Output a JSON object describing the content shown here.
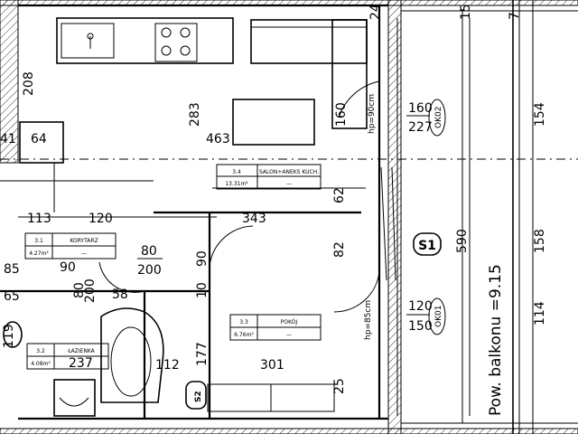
{
  "rooms": [
    {
      "number": "3.4",
      "name": "SALON+ANEKS KUCH.",
      "area": "13.31m²",
      "flooring": "—"
    },
    {
      "number": "3.1",
      "name": "KORYTARZ",
      "area": "4.27m²",
      "flooring": "—"
    },
    {
      "number": "3.3",
      "name": "POKÓJ",
      "area": "6.76m²",
      "flooring": "—"
    },
    {
      "number": "3.2",
      "name": "ŁAZIENKA",
      "area": "4.08m²",
      "flooring": ""
    }
  ],
  "dimensions": {
    "d283": "283",
    "d463": "463",
    "d208": "208",
    "d113": "113",
    "d120": "120",
    "d343": "343",
    "d160": "160",
    "d62": "62",
    "d82": "82",
    "d90": "90",
    "d10": "10",
    "d177": "177",
    "d301": "301",
    "d85": "85",
    "d58": "58",
    "d237": "237",
    "d112": "112",
    "d154": "154",
    "d158": "158",
    "d114": "114",
    "d590": "590",
    "d15": "15",
    "d7": "7",
    "d24": "24",
    "d25": "25",
    "d64": "64",
    "d41": "41",
    "d65": "65",
    "d119": "119"
  },
  "doors": {
    "d1_top": "80",
    "d1_bot": "200",
    "d2_top": "80",
    "d2_bot": "200",
    "d3_top": "90",
    "d3_bot": "90"
  },
  "windows": {
    "w1_top": "160",
    "w1_bot": "227",
    "w1_code": "OK02",
    "w1_sill": "hp=90cm",
    "w2_top": "120",
    "w2_bot": "150",
    "w2_code": "OK01",
    "w2_sill": "hp=85cm"
  },
  "markers": {
    "s1": "S1",
    "s2": "S2"
  },
  "balcony_label": "Pow. balkonu =9.15"
}
